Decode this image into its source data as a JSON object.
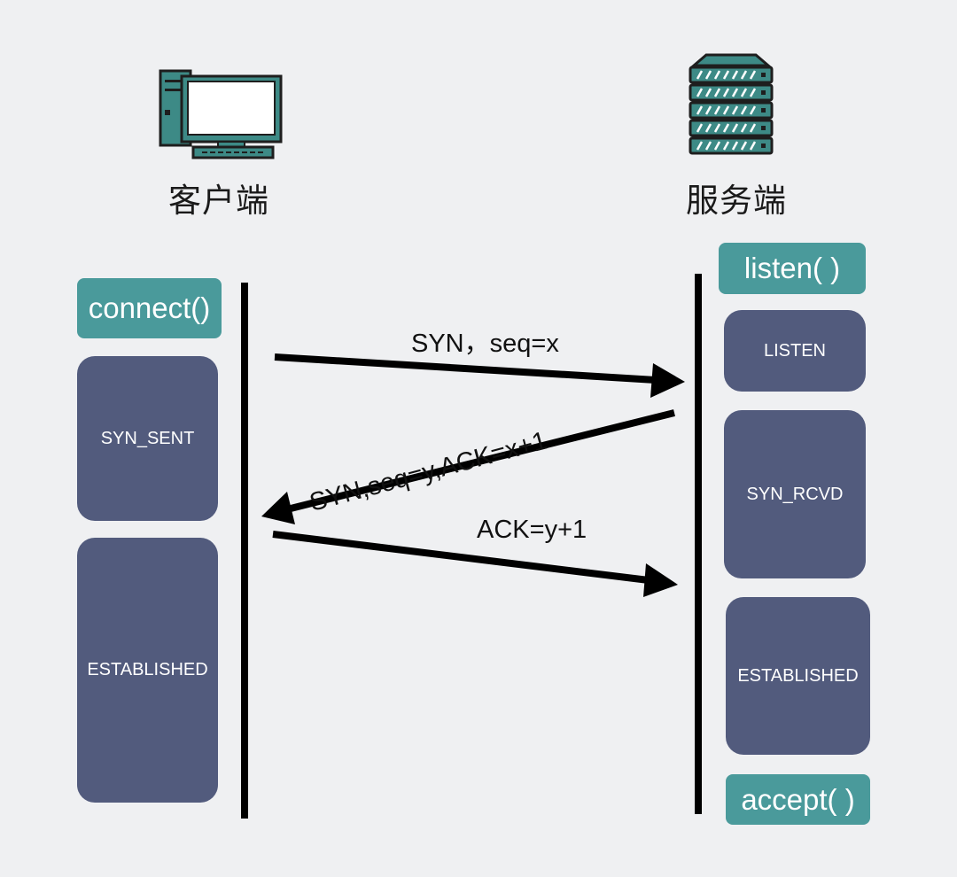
{
  "client": {
    "label": "客户端",
    "call": "connect()",
    "states": [
      "SYN_SENT",
      "ESTABLISHED"
    ]
  },
  "server": {
    "label": "服务端",
    "calls": {
      "listen": "listen( )",
      "accept": "accept( )"
    },
    "states": [
      "LISTEN",
      "SYN_RCVD",
      "ESTABLISHED"
    ]
  },
  "messages": [
    {
      "label": "SYN，seq=x",
      "direction": "client-to-server"
    },
    {
      "label": "SYN,seq=y,ACK=x+1",
      "direction": "server-to-client"
    },
    {
      "label": "ACK=y+1",
      "direction": "client-to-server"
    }
  ],
  "colors": {
    "background": "#eff0f2",
    "call_box": "#4a9a9b",
    "state_box": "#525b7d",
    "icon_teal": "#3d8a86"
  }
}
